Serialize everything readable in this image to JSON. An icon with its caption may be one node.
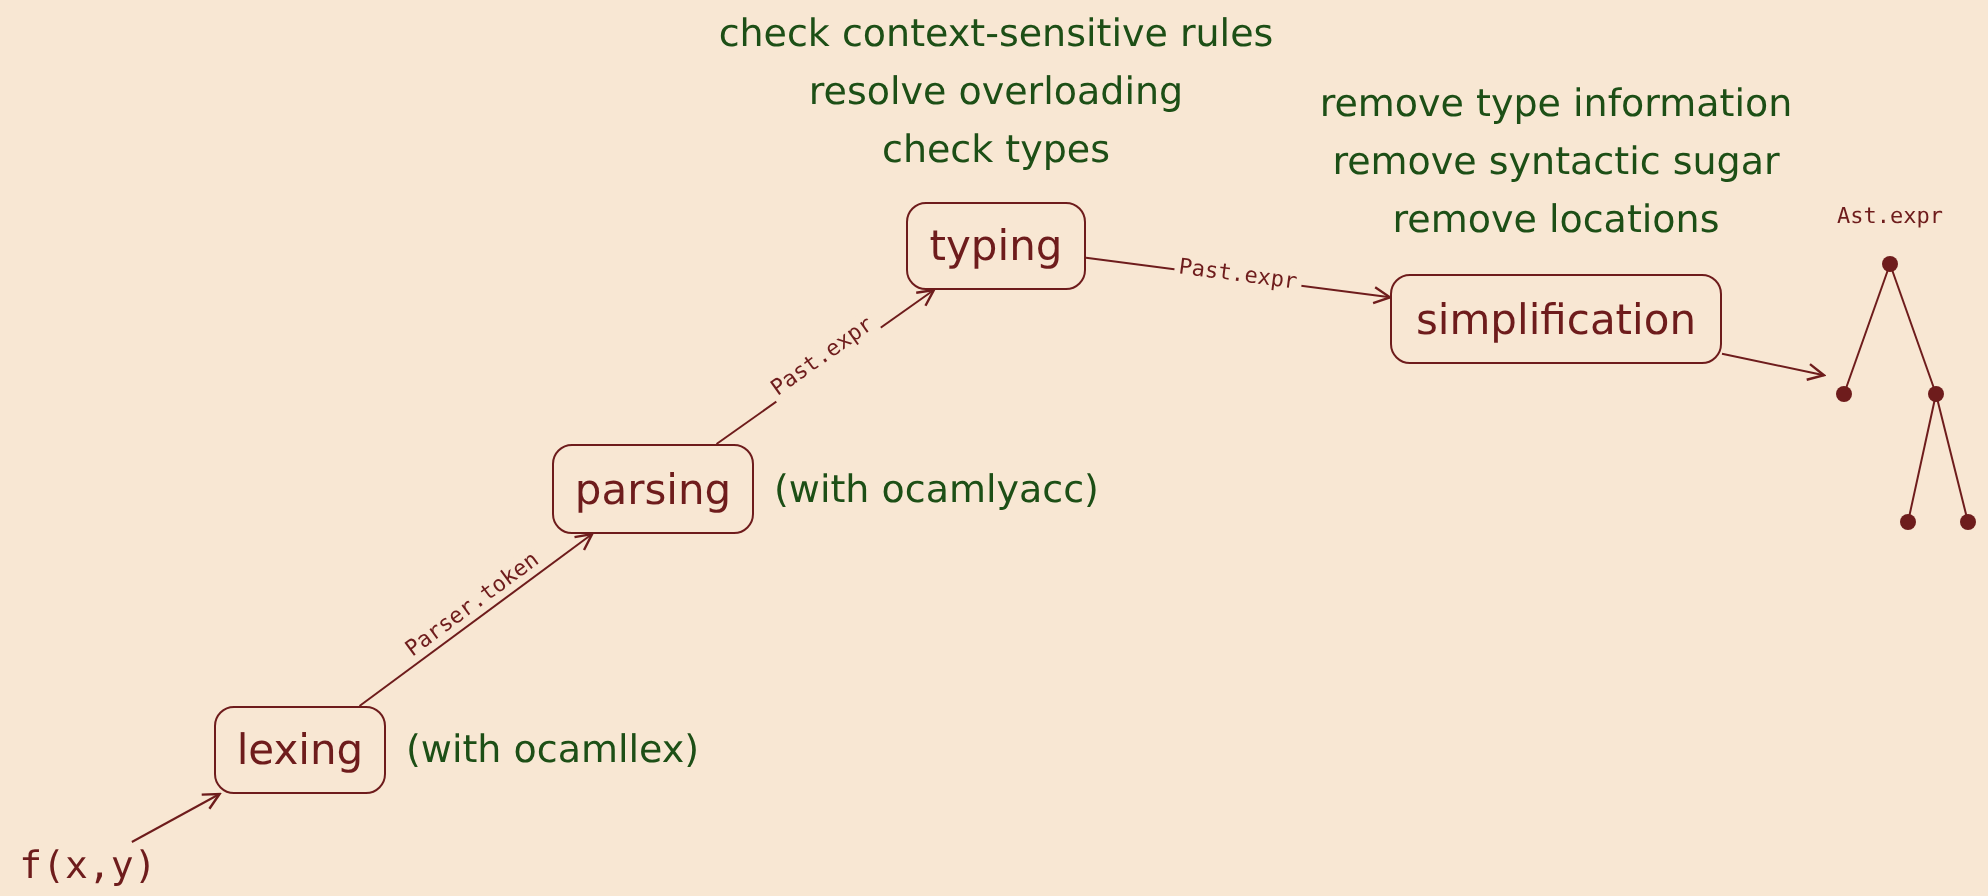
{
  "diagram": {
    "nodes": [
      {
        "text": [
          "f(x,y)"
        ]
      },
      {
        "text": [
          "lexing"
        ],
        "beside": [
          "(with ocamllex)"
        ]
      },
      {
        "text": [
          "parsing"
        ],
        "beside": [
          "(with ocamlyacc)"
        ]
      },
      {
        "text": [
          "typing"
        ],
        "beside": [
          "check context-sensitive rules",
          "resolve overloading",
          "check types"
        ]
      },
      {
        "text": [
          "simplification"
        ],
        "beside": [
          "remove type information",
          "remove syntactic sugar",
          "remove locations"
        ]
      },
      {
        "text": [],
        "shape": "picture",
        "beside": [
          "Ast.expr"
        ]
      }
    ],
    "edges": [
      {
        "from": 0,
        "to": 1,
        "arrow": "to"
      },
      {
        "from": 1,
        "to": 2,
        "arrow": "to",
        "label": "Parser.token"
      },
      {
        "from": 2,
        "to": 3,
        "arrow": "to",
        "label": "Past.expr"
      },
      {
        "from": 3,
        "to": 4,
        "arrow": "to",
        "label": "Past.expr"
      },
      {
        "from": 4,
        "to": 5,
        "arrow": "to"
      }
    ]
  }
}
